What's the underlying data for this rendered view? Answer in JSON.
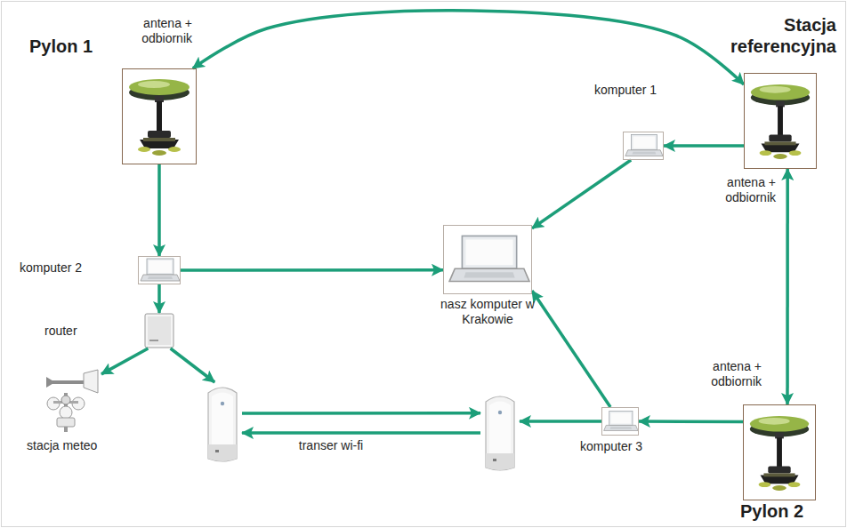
{
  "diagram": {
    "nodes": [
      {
        "text": [
          "Pylon 1",
          "antena + odbiornik"
        ]
      },
      {
        "text": [
          "Stacja referencyjna",
          "antena + odbiornik"
        ]
      },
      {
        "text": [
          "komputer 1"
        ]
      },
      {
        "text": [
          "komputer 2"
        ]
      },
      {
        "text": [
          "nasz komputer w Krakowie"
        ]
      },
      {
        "text": [
          "router"
        ]
      },
      {
        "text": [
          "antena + odbiornik",
          "Pylon 2"
        ]
      },
      {
        "text": [
          "stacja meteo"
        ]
      },
      {
        "text": []
      },
      {
        "text": []
      },
      {
        "text": [
          "komputer 3"
        ]
      }
    ],
    "edges": [
      {
        "from": 0,
        "to": 1,
        "arrow": "both"
      },
      {
        "from": 0,
        "to": 3,
        "arrow": "to"
      },
      {
        "from": 1,
        "to": 2,
        "arrow": "to"
      },
      {
        "from": 2,
        "to": 4,
        "arrow": "to"
      },
      {
        "from": 3,
        "to": 4,
        "arrow": "to"
      },
      {
        "from": 3,
        "to": 5,
        "arrow": "to"
      },
      {
        "from": 5,
        "to": 7,
        "arrow": "to"
      },
      {
        "from": 5,
        "to": 8,
        "arrow": "to"
      },
      {
        "from": 8,
        "to": 9,
        "label": "transer wi-fi",
        "arrow": "to"
      },
      {
        "from": 9,
        "to": 8,
        "arrow": "to"
      },
      {
        "from": 1,
        "to": 6,
        "arrow": "both"
      },
      {
        "from": 6,
        "to": 10,
        "arrow": "to"
      },
      {
        "from": 10,
        "to": 9,
        "arrow": "to"
      },
      {
        "from": 10,
        "to": 4,
        "arrow": "to"
      }
    ]
  }
}
